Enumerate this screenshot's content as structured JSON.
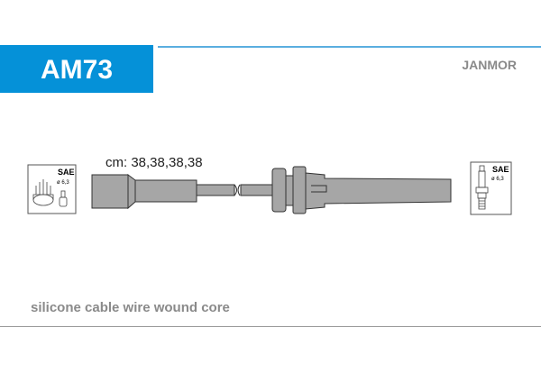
{
  "header": {
    "part_code": "AM73",
    "brand": "JANMOR"
  },
  "cable": {
    "lengths_label": "cm: 38,38,38,38"
  },
  "left_connector": {
    "standard": "SAE",
    "diameter": "ø 6,3",
    "icon": "distributor-cap-icon"
  },
  "right_connector": {
    "standard": "SAE",
    "diameter": "ø 6,3",
    "icon": "spark-plug-icon"
  },
  "footer": {
    "description": "silicone cable wire wound core"
  },
  "colors": {
    "accent": "#0591d8",
    "cable": "#a6a6a6",
    "text_gray": "#8a8a8a"
  }
}
